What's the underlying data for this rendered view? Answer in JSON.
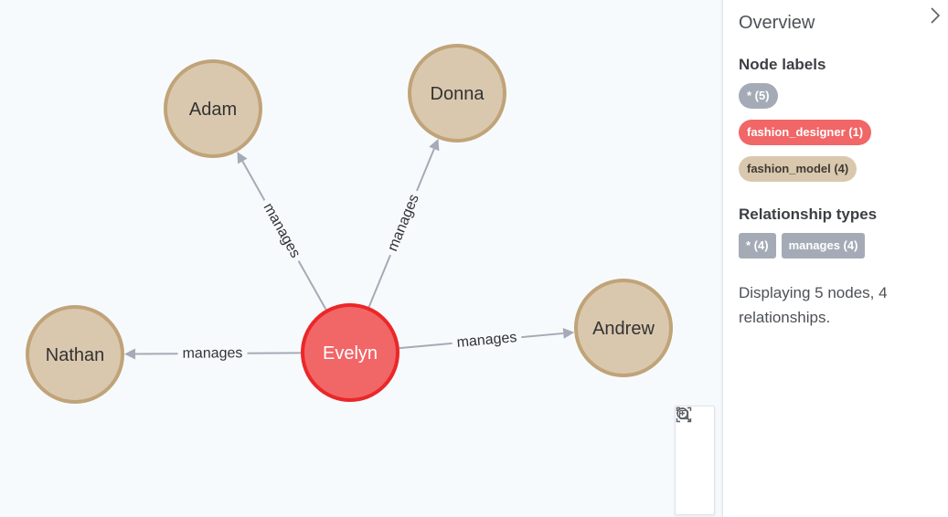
{
  "graph": {
    "nodes": [
      {
        "id": "evelyn",
        "label": "Evelyn",
        "type": "fashion_designer"
      },
      {
        "id": "adam",
        "label": "Adam",
        "type": "fashion_model"
      },
      {
        "id": "donna",
        "label": "Donna",
        "type": "fashion_model"
      },
      {
        "id": "nathan",
        "label": "Nathan",
        "type": "fashion_model"
      },
      {
        "id": "andrew",
        "label": "Andrew",
        "type": "fashion_model"
      }
    ],
    "edges": [
      {
        "from": "evelyn",
        "to": "adam",
        "label": "manages"
      },
      {
        "from": "evelyn",
        "to": "donna",
        "label": "manages"
      },
      {
        "from": "evelyn",
        "to": "nathan",
        "label": "manages"
      },
      {
        "from": "evelyn",
        "to": "andrew",
        "label": "manages"
      }
    ]
  },
  "colors": {
    "designer_fill": "#f16667",
    "designer_border": "#eb2728",
    "model_fill": "#d9c8ae",
    "model_border": "#c0a378",
    "edge": "#a5abb6"
  },
  "zoom_controls": {
    "icons": [
      "zoom-in-icon",
      "zoom-out-icon",
      "fit-to-screen-icon"
    ]
  },
  "panel": {
    "title": "Overview",
    "collapse_icon": "chevron-right-icon",
    "node_labels_title": "Node labels",
    "node_labels": [
      {
        "text": "* (5)"
      },
      {
        "text": "fashion_designer (1)"
      },
      {
        "text": "fashion_model (4)"
      }
    ],
    "relationship_types_title": "Relationship types",
    "relationship_types": [
      {
        "text": "* (4)"
      },
      {
        "text": "manages (4)"
      }
    ],
    "summary": "Displaying 5 nodes, 4 relationships."
  }
}
